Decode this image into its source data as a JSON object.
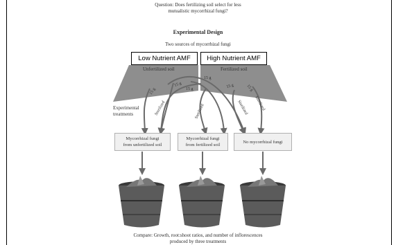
{
  "question": {
    "line1": "Question: Does fertilizing soil select for less",
    "line2": "mutualistic mycorrhizal fungi?"
  },
  "heading": "Experimental Design",
  "subtitle": "Two sources of mycorrhizal fungi",
  "amf": {
    "low": "Low Nutrient AMF",
    "high": "High Nutrient AMF"
  },
  "soil": {
    "unfertilized": "Unfertilized soil",
    "fertilized": "Fertilized soil"
  },
  "arrow_labels": {
    "g15": "15 g",
    "sterilized": "Sterilized"
  },
  "experimental": {
    "line1": "Experimental",
    "line2": "treatments"
  },
  "treatments": [
    {
      "line1": "Mycorrhizal fungi",
      "line2": "from unfertilized soil"
    },
    {
      "line1": "Mycorrhizal fungi",
      "line2": "from fertilized soil"
    },
    {
      "line1": "No mycorrhizal fungi"
    }
  ],
  "compare": {
    "line1": "Compare: Growth, root:shoot ratios, and number of inflorescences",
    "line2": "produced by three treatments"
  }
}
